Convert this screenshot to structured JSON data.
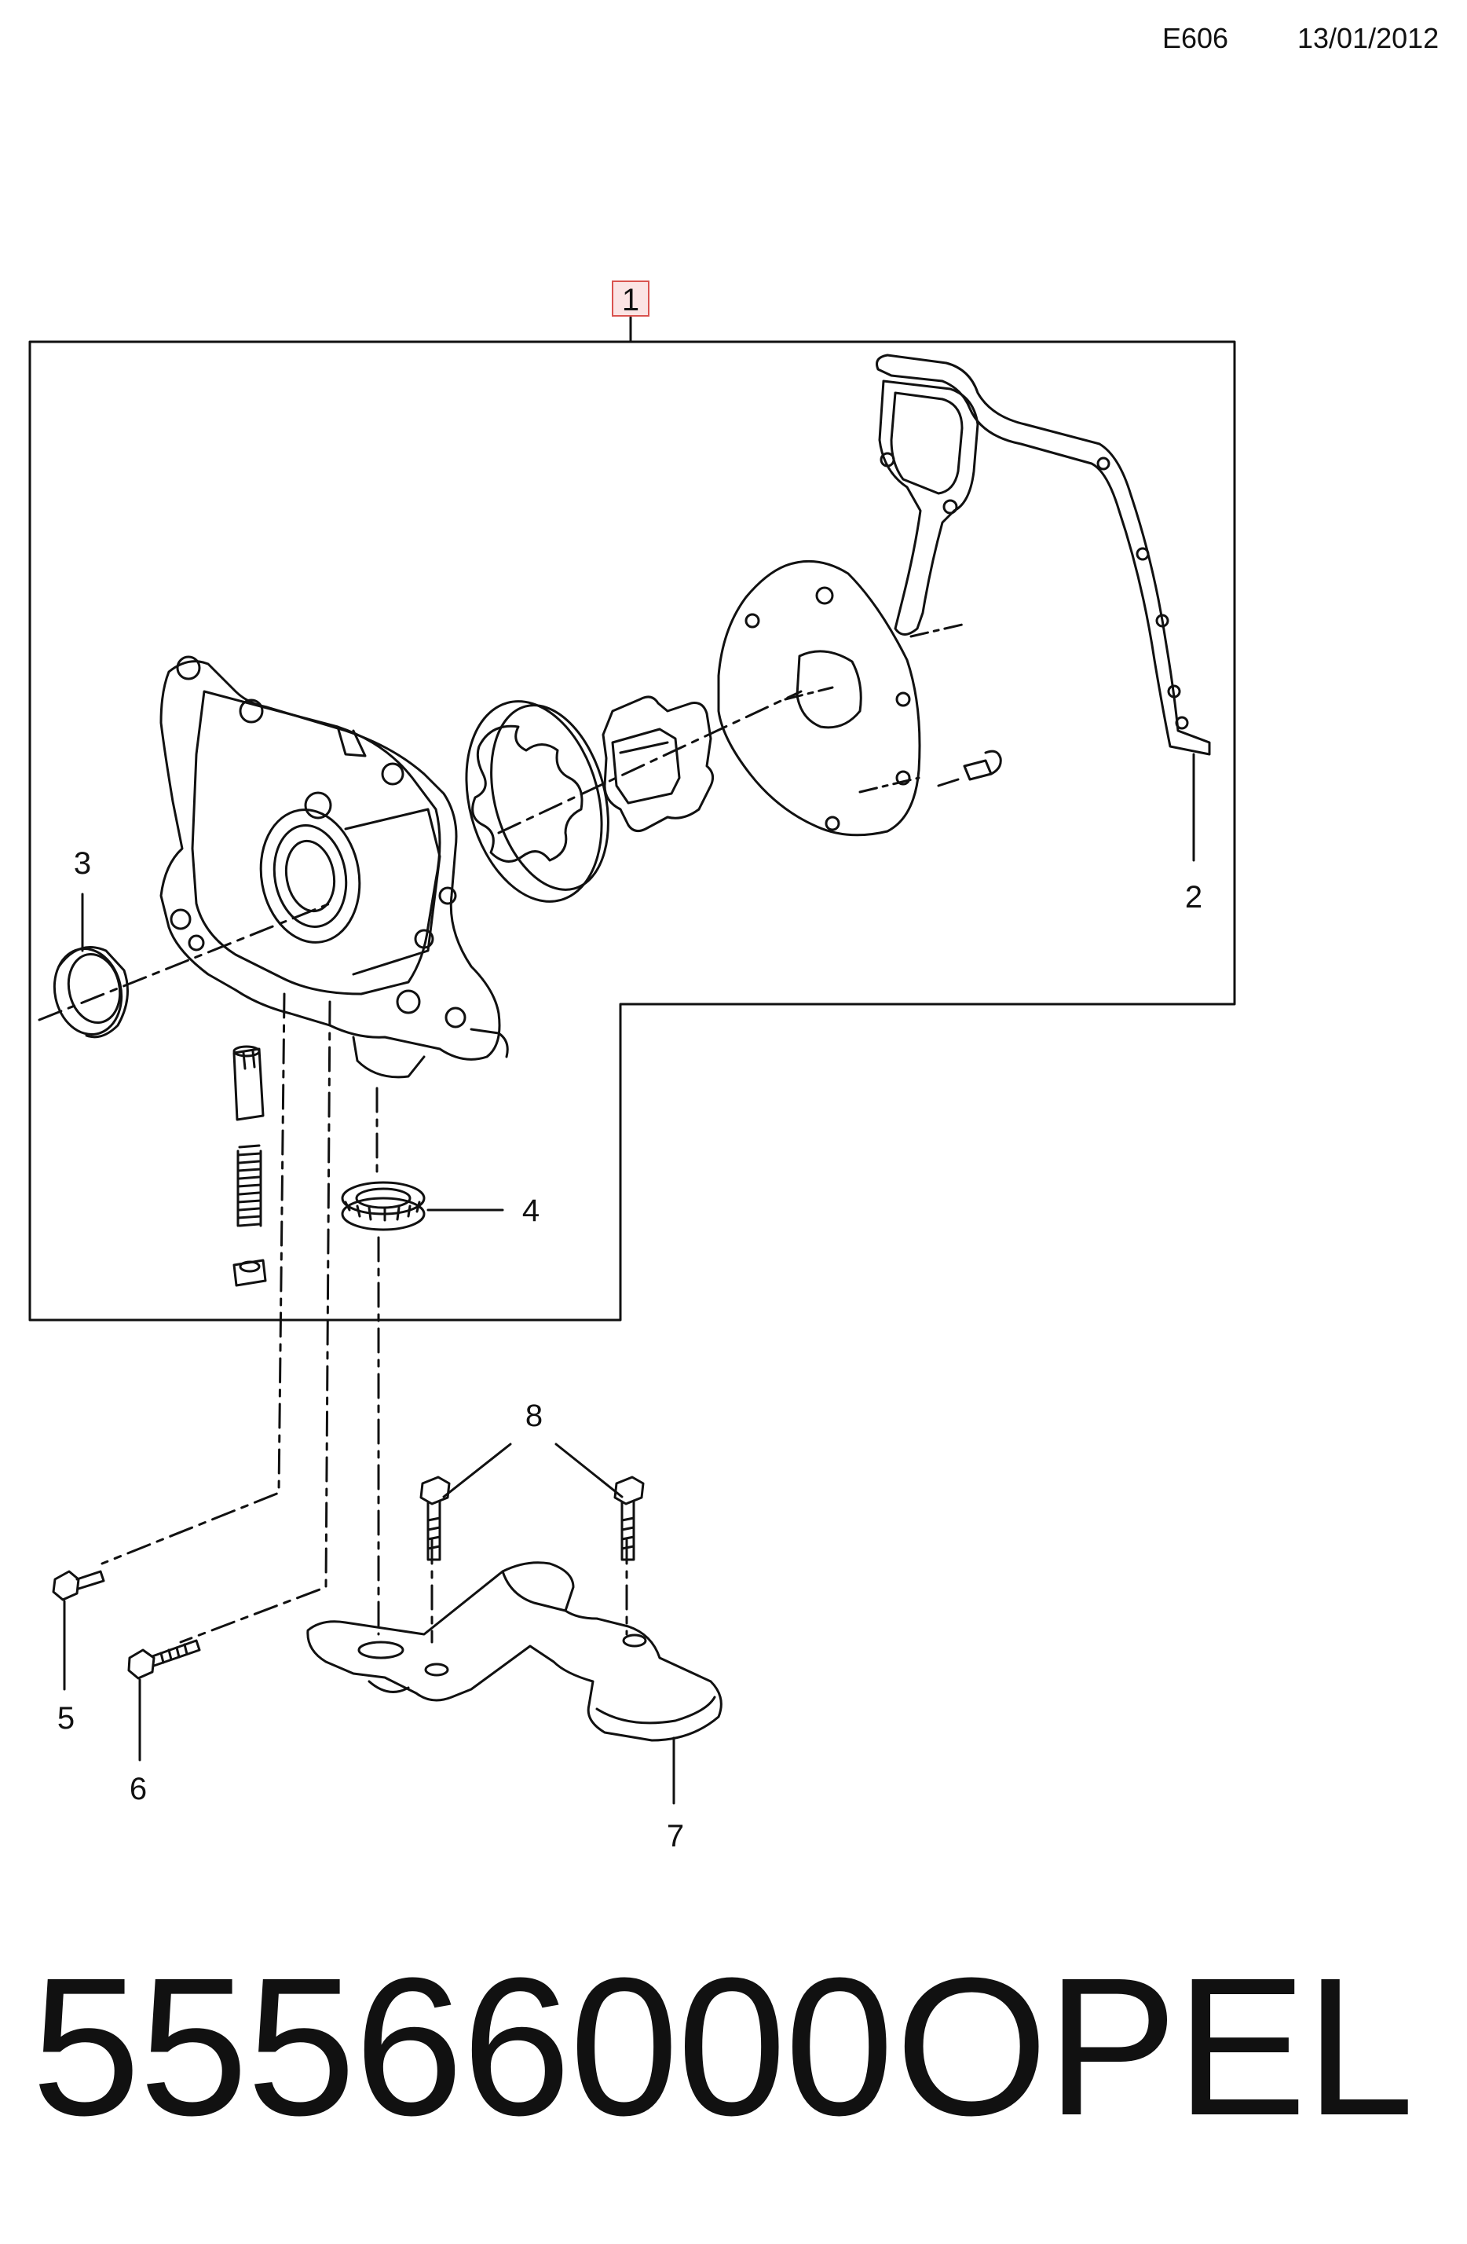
{
  "header": {
    "code": "E606",
    "date": "13/01/2012"
  },
  "callouts": {
    "c1": "1",
    "c2": "2",
    "c3": "3",
    "c4": "4",
    "c5": "5",
    "c6": "6",
    "c7": "7",
    "c8": "8"
  },
  "footer": {
    "part_number": "55566000",
    "brand": "OPEL"
  },
  "colors": {
    "callout_box_fill": "#fbe4e4",
    "callout_box_stroke": "#d9534f",
    "line": "#111111"
  }
}
